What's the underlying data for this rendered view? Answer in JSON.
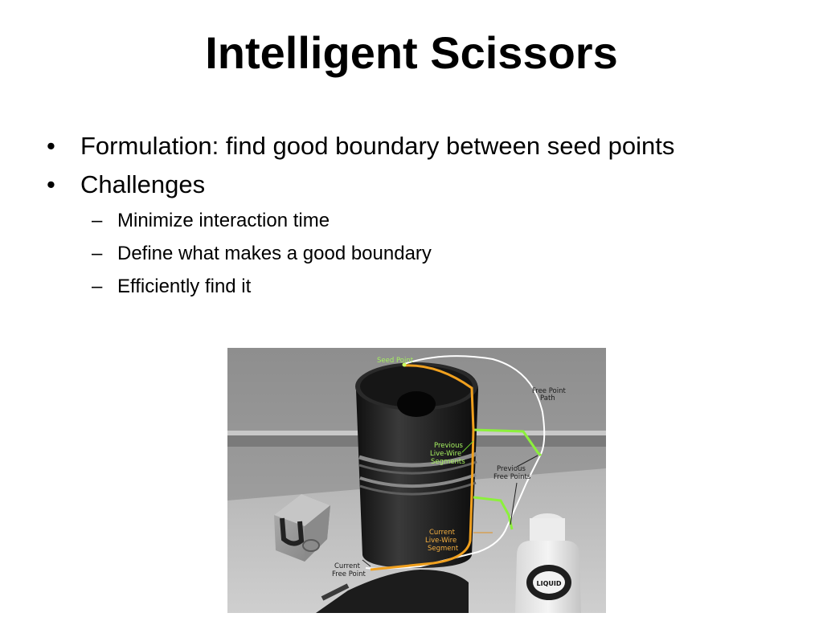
{
  "slide": {
    "title": "Intelligent Scissors",
    "bullets": [
      {
        "marker": "•",
        "text": "Formulation: find good boundary between seed points"
      },
      {
        "marker": "•",
        "text": "Challenges"
      }
    ],
    "sub_bullets": [
      {
        "marker": "–",
        "text": "Minimize interaction time"
      },
      {
        "marker": "–",
        "text": "Define what makes a good boundary"
      },
      {
        "marker": "–",
        "text": "Efficiently find it"
      }
    ]
  },
  "figure": {
    "labels": {
      "seed_point": "Seed Point",
      "free_point_path_1": "Free Point",
      "free_point_path_2": "Path",
      "previous_live_wire_1": "Previous",
      "previous_live_wire_2": "Live-Wire",
      "previous_live_wire_3": "Segments",
      "previous_free_points_1": "Previous",
      "previous_free_points_2": "Free Points",
      "current_live_wire_1": "Current",
      "current_live_wire_2": "Live-Wire",
      "current_live_wire_3": "Segment",
      "current_free_point_1": "Current",
      "current_free_point_2": "Free Point"
    },
    "colors": {
      "current_segment": "#f0a01e",
      "previous_segments": "#8cf03c",
      "free_point_path": "#ffffff",
      "label_green": "#a6f060",
      "label_orange": "#f6b040",
      "label_dark": "#1a1a1a"
    }
  }
}
